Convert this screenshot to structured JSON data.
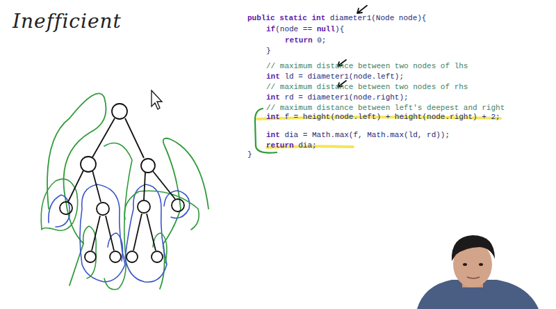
{
  "diagram": {
    "labels": [
      "Inefficient",
      "public static int diameter1(Node node){",
      "if(node == null){",
      "return 0;",
      "}",
      "// maximum distance between two nodes of lhs",
      "int ld = diameter1(node.left);",
      "// maximum distance between two nodes of rhs",
      "int rd = diameter1(node.right);",
      "// maximum distance between left's deepest and right",
      "int f = height(node.left) + height(node.right) + 2;",
      "int dia = Math.max(f, Math.max(ld, rd));",
      "return dia;",
      "}"
    ]
  }
}
